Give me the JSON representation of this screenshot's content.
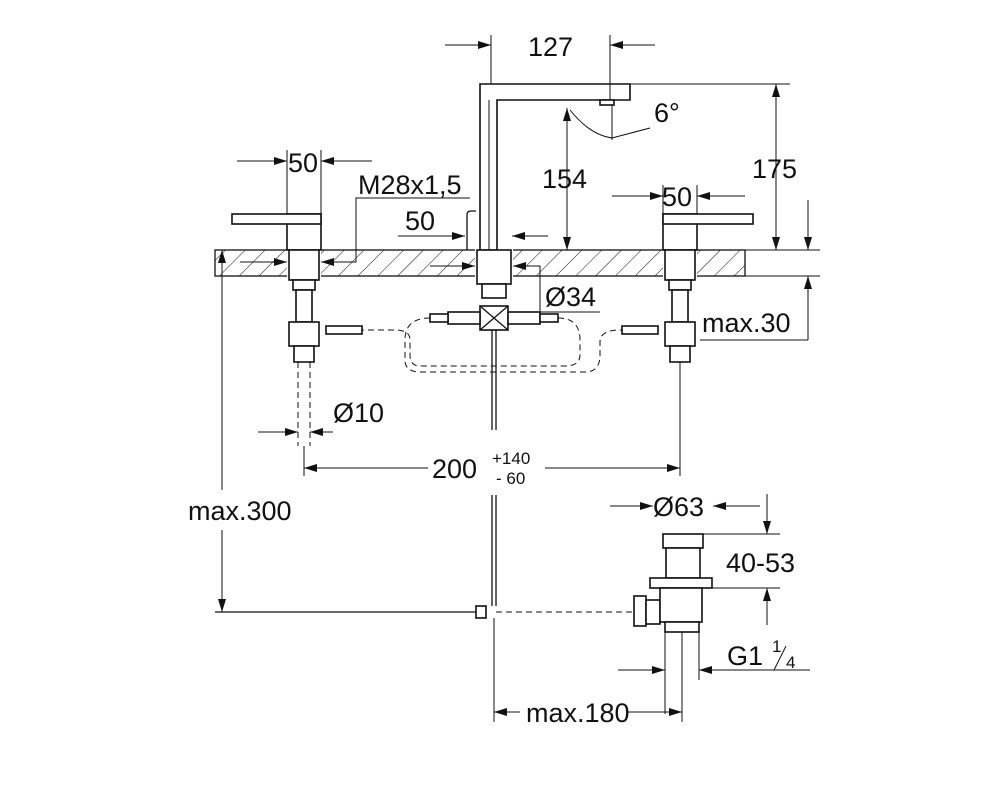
{
  "dimensions": {
    "spout_reach": "127",
    "spout_angle": "6°",
    "spout_height": "154",
    "total_height": "175",
    "handle_width_left": "50",
    "handle_width_right": "50",
    "thread": "M28x1,5",
    "lift_rod_offset": "50",
    "spout_hole_diameter": "Ø34",
    "deck_thickness": "max.30",
    "tail_diameter": "Ø10",
    "handle_spacing": "200",
    "handle_spacing_tol_plus": "+140",
    "handle_spacing_tol_minus": "- 60",
    "below_deck_depth": "max.300",
    "drain_head_diameter": "Ø63",
    "drain_range": "40-53",
    "drain_thread": "G1",
    "drain_thread_num": "1",
    "drain_thread_den": "4",
    "drain_offset": "max.180"
  }
}
